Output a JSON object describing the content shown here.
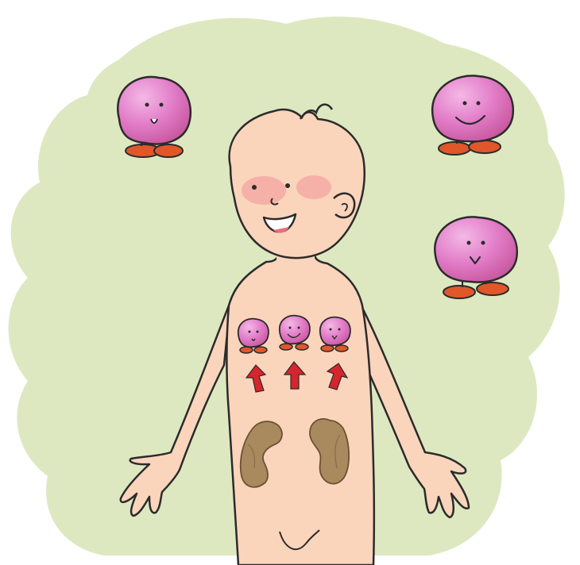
{
  "colors": {
    "background": "#ffffff",
    "blob": "#dde8c0",
    "skin": "#fbd4bc",
    "skin_outline": "#2b2b2b",
    "cheek": "#f3a9a3",
    "cell": "#e07ac6",
    "cell_highlight": "#f3b3e4",
    "shoe": "#e0572a",
    "kidney": "#a88a5e",
    "arrow": "#d6252b"
  },
  "icons": {
    "character": "smiling-child-figure",
    "cells": "pink-blood-cell-character",
    "arrows": "upward-arrow",
    "organs": "kidney"
  },
  "scene": {
    "floating_cell_expressions": [
      "surprised",
      "smiling",
      "smiling"
    ],
    "inner_cell_count": 3,
    "arrow_count": 3,
    "kidney_count": 2
  }
}
